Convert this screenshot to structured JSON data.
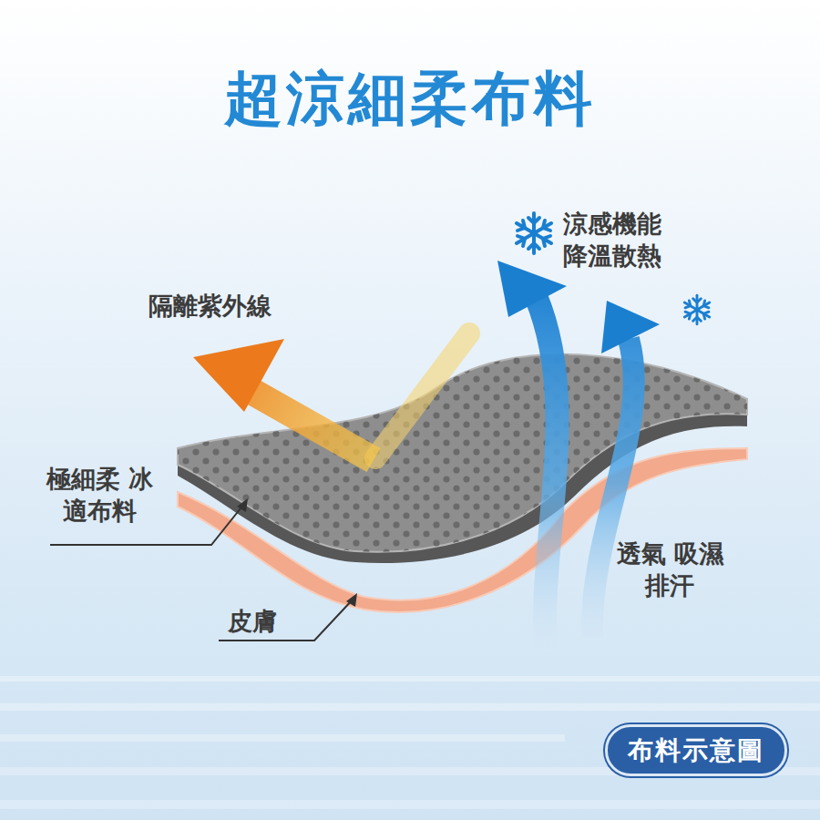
{
  "diagram": {
    "title": "超涼細柔布料",
    "nodes": [
      {
        "text": [
          "布料示意圖"
        ]
      }
    ],
    "labels": [
      "涼感機能 降溫散熱",
      "隔離紫外線",
      "極細柔 冰適布料",
      "皮膚",
      "透氣 吸濕排汗"
    ]
  }
}
